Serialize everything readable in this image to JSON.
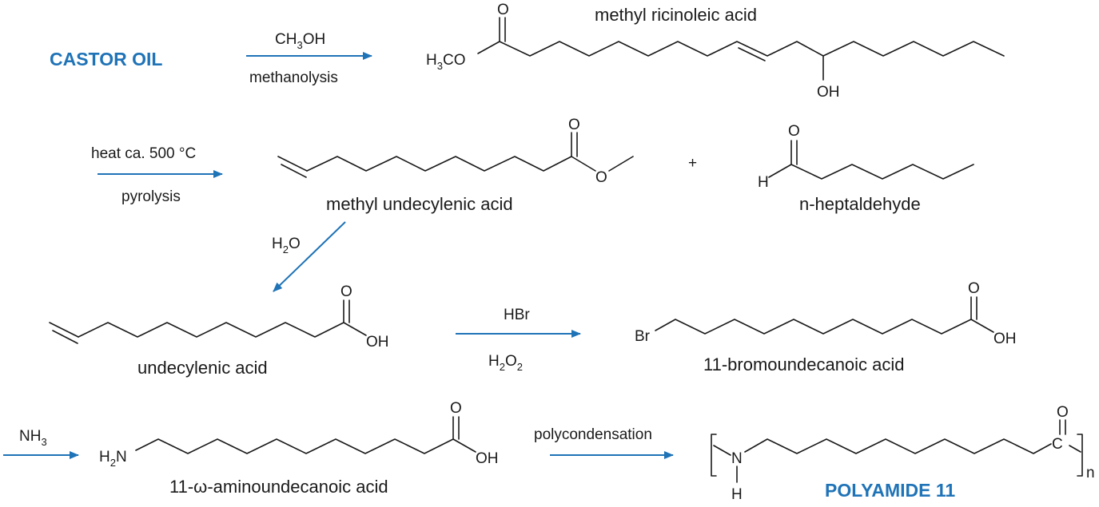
{
  "colors": {
    "accent": "#1f73b7",
    "ink": "#1a1a1a",
    "background": "#ffffff"
  },
  "titles": {
    "start": "CASTOR OIL",
    "product": "POLYAMIDE 11"
  },
  "compounds": {
    "methyl_ricinoleic": "methyl ricinoleic acid",
    "methyl_undecylenic": "methyl undecylenic acid",
    "heptaldehyde": "n-heptaldehyde",
    "undecylenic": "undecylenic acid",
    "bromoundecanoic": "11-bromoundecanoic acid",
    "aminoundecanoic": "11-ω-aminoundecanoic acid"
  },
  "reactions": {
    "step1": {
      "reagent_base": "CH",
      "reagent_sub": "3",
      "reagent_tail": "OH",
      "process": "methanolysis"
    },
    "step2": {
      "conditions": "heat ca. 500 °C",
      "process": "pyrolysis"
    },
    "step3": {
      "reagent_base": "H",
      "reagent_sub": "2",
      "reagent_tail": "O"
    },
    "step4": {
      "reagent": "HBr",
      "oxidant_base": "H",
      "oxidant_sub": "2",
      "oxidant_mid": "O",
      "oxidant_sub2": "2"
    },
    "step5": {
      "reagent_base": "NH",
      "reagent_sub": "3"
    },
    "step6": {
      "process": "polycondensation"
    }
  },
  "operators": {
    "plus": "+"
  },
  "atoms": {
    "oxygen": "O",
    "hydrogen": "H",
    "carbon": "C",
    "nitrogen": "N",
    "hydroxyl": "OH",
    "bromine": "Br",
    "methoxy_h": "H",
    "methoxy_sub": "3",
    "methoxy_tail": "CO",
    "amine_h": "H",
    "amine_sub": "2",
    "amine_n": "N",
    "repeat_n": "n"
  }
}
